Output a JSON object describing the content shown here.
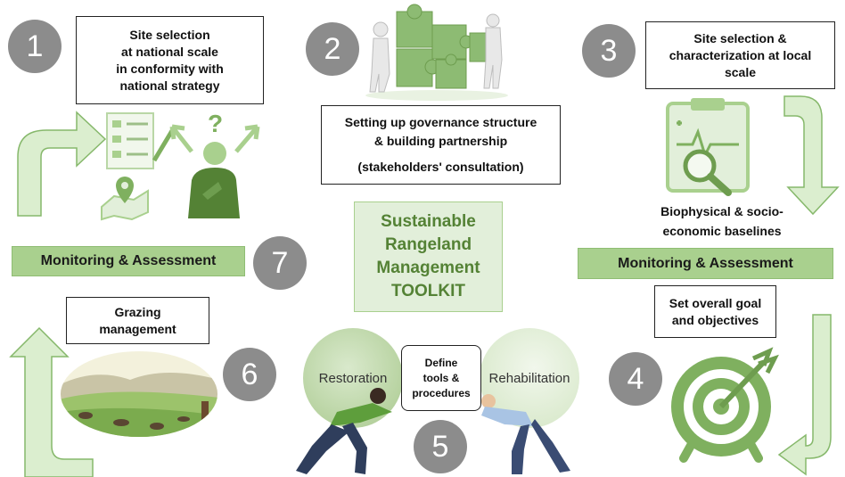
{
  "steps": [
    {
      "number": "1",
      "lines": [
        "Site selection",
        "at national scale",
        "in conformity with",
        "national strategy"
      ]
    },
    {
      "number": "2",
      "lines": [
        "Setting up governance structure",
        "& building partnership"
      ],
      "sub": "(stakeholders' consultation)"
    },
    {
      "number": "3",
      "lines": [
        "Site selection &",
        "characterization at local",
        "scale"
      ],
      "caption": [
        "Biophysical & socio-",
        "economic baselines"
      ]
    },
    {
      "number": "4",
      "lines": [
        "Set overall goal",
        "and objectives"
      ]
    },
    {
      "number": "5",
      "lines": [
        "Define",
        "tools &",
        "procedures"
      ],
      "left_ball": "Restoration",
      "right_ball": "Rehabilitation"
    },
    {
      "number": "6",
      "lines": [
        "Grazing",
        "management"
      ]
    },
    {
      "number": "7"
    }
  ],
  "monitoring": {
    "left": "Monitoring & Assessment",
    "right": "Monitoring & Assessment"
  },
  "center_title": [
    "Sustainable",
    "Rangeland",
    "Management",
    "TOOLKIT"
  ],
  "colors": {
    "accent_green": "#a9d08e",
    "dark_green": "#548235",
    "step_grey": "#8c8c8c"
  },
  "icons": [
    "checklist-icon",
    "map-pin-icon",
    "thinking-person-icon",
    "puzzle-people-icon",
    "clipboard-magnifier-icon",
    "target-icon",
    "landscape-illustration",
    "pushing-people-icon"
  ]
}
